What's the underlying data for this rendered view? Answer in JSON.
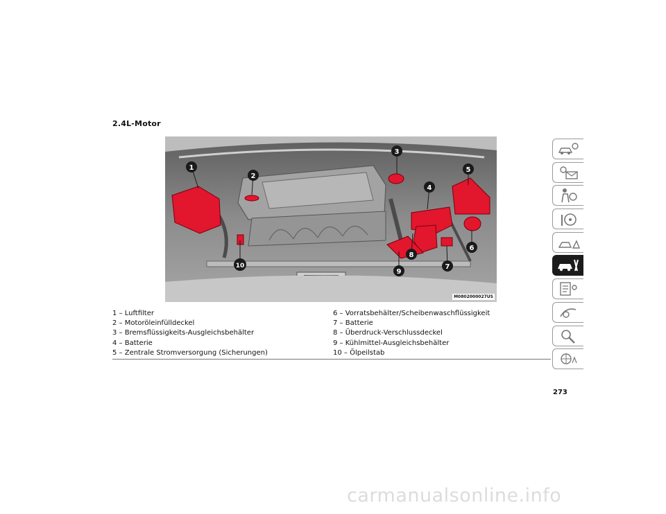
{
  "page": {
    "title": "2.4L-Motor",
    "page_number": "273",
    "watermark": "carmanualsonline.info"
  },
  "figure": {
    "code": "M0802000027US",
    "callouts": [
      "1",
      "2",
      "3",
      "4",
      "5",
      "6",
      "7",
      "8",
      "9",
      "10"
    ],
    "highlight_color": "#e2162c",
    "callout_color": "#1a1a1a"
  },
  "legend": {
    "left": [
      "1 – Luftfilter",
      "2 – Motoröleinfülldeckel",
      "3 – Bremsflüssigkeits-Ausgleichsbehälter",
      "4 – Batterie",
      "5 – Zentrale Stromversorgung (Sicherungen)"
    ],
    "right": [
      "6 – Vorratsbehälter/Scheibenwaschflüssigkeit",
      "7 – Batterie",
      "8 – Überdruck-Verschlussdeckel",
      "9 – Kühlmittel-Ausgleichsbehälter",
      "10 – Ölpeilstab"
    ]
  },
  "sidebar": {
    "tabs": [
      {
        "icon": "car-info-icon",
        "active": false
      },
      {
        "icon": "dashboard-message-icon",
        "active": false
      },
      {
        "icon": "safety-person-icon",
        "active": false
      },
      {
        "icon": "steering-wheel-icon",
        "active": false
      },
      {
        "icon": "warning-triangle-car-icon",
        "active": false
      },
      {
        "icon": "car-service-icon",
        "active": true
      },
      {
        "icon": "maintenance-list-icon",
        "active": false
      },
      {
        "icon": "multimedia-icon",
        "active": false
      },
      {
        "icon": "index-search-icon",
        "active": false
      },
      {
        "icon": "language-icon",
        "active": false
      }
    ]
  }
}
